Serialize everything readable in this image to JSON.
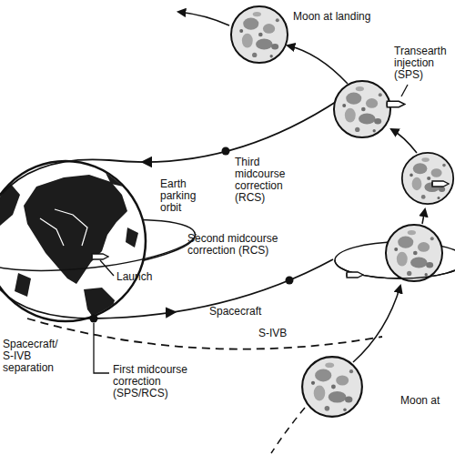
{
  "diagram": {
    "labels": [
      "Moon at landing",
      "Transearth injection (SPS)",
      "Third midcourse correction (RCS)",
      "Earth parking orbit",
      "Second midcourse correction (RCS)",
      "Launch",
      "Spacecraft",
      "S-IVB",
      "Spacecraft/ S-IVB separation",
      "First midcourse correction (SPS/RCS)",
      "Moon at"
    ]
  }
}
